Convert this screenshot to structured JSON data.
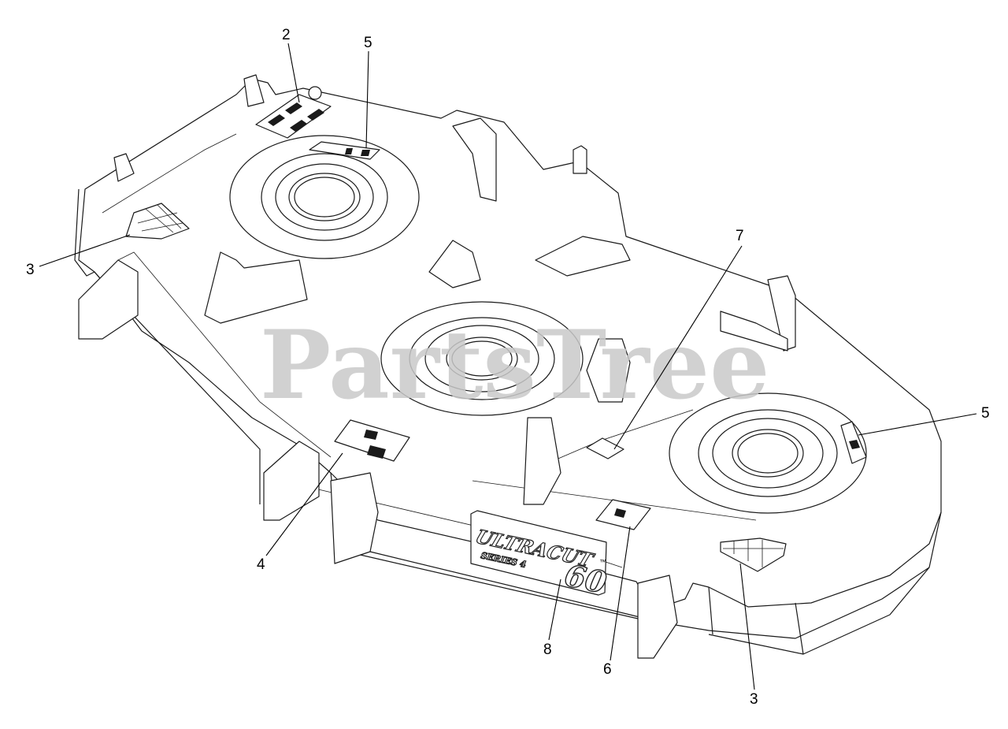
{
  "watermark": "PartsTree",
  "callouts": [
    {
      "id": "callout-2",
      "label": "2"
    },
    {
      "id": "callout-5-top",
      "label": "5"
    },
    {
      "id": "callout-3-left",
      "label": "3"
    },
    {
      "id": "callout-7",
      "label": "7"
    },
    {
      "id": "callout-5-right",
      "label": "5"
    },
    {
      "id": "callout-4",
      "label": "4"
    },
    {
      "id": "callout-8",
      "label": "8"
    },
    {
      "id": "callout-6",
      "label": "6"
    },
    {
      "id": "callout-3-bottom",
      "label": "3"
    }
  ],
  "deck_logo": {
    "brand": "ULTRACUT",
    "series": "SERIES 4",
    "size": "60",
    "trademark": "™"
  }
}
